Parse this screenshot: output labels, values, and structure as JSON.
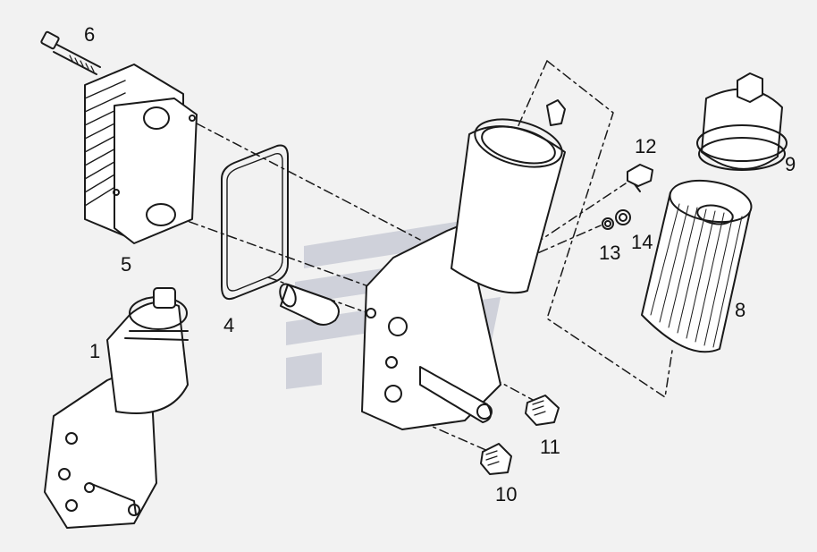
{
  "diagram": {
    "background": "#f2f2f2",
    "line_color": "#1a1a1a",
    "watermark_color": "#c9ccd6",
    "callouts": {
      "c1": "1",
      "c4": "4",
      "c5": "5",
      "c6": "6",
      "c8": "8",
      "c9": "9",
      "c10": "10",
      "c11": "11",
      "c12": "12",
      "c13": "13",
      "c14": "14"
    }
  }
}
